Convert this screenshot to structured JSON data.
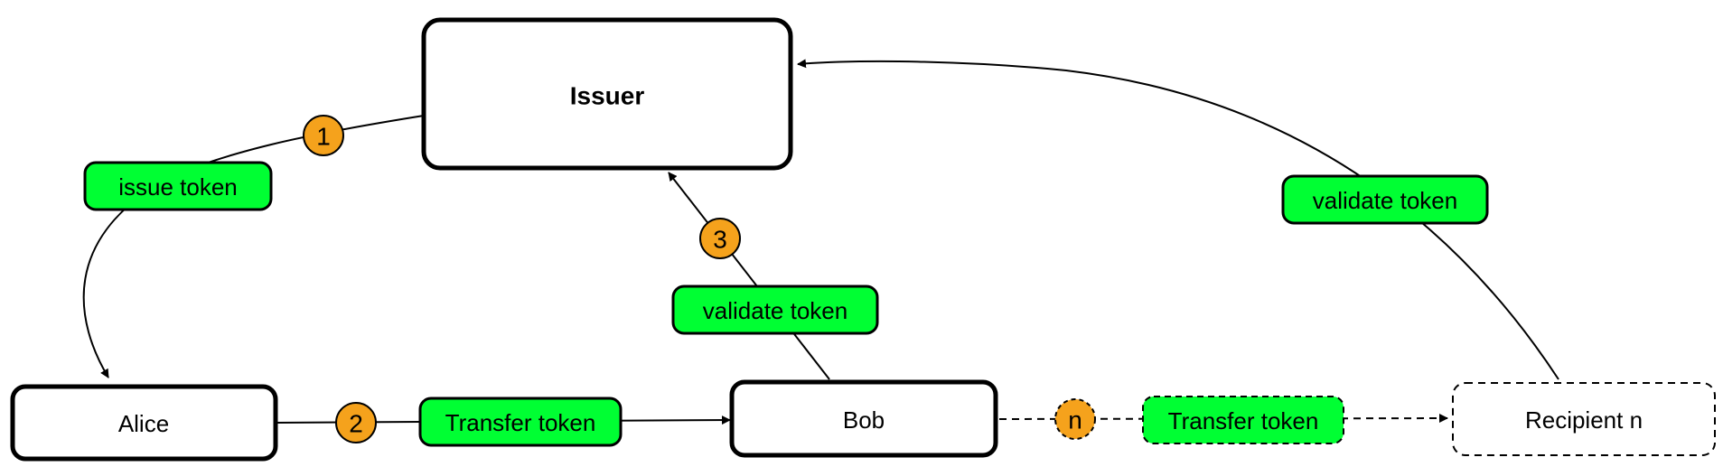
{
  "nodes": {
    "issuer": "Issuer",
    "alice": "Alice",
    "bob": "Bob",
    "recipient_n": "Recipient n"
  },
  "edge_labels": {
    "issue_token": "issue token",
    "transfer_token_alice_bob": "Transfer token",
    "validate_token_bob": "validate token",
    "transfer_token_bob_recipient": "Transfer token",
    "validate_token_recipient": "validate token"
  },
  "step_badges": {
    "step1": "1",
    "step2": "2",
    "step3": "3",
    "stepn": "n"
  },
  "colors": {
    "label_fill": "#00ff33",
    "badge_fill": "#f5a21c",
    "stroke": "#000000",
    "background": "#ffffff"
  }
}
